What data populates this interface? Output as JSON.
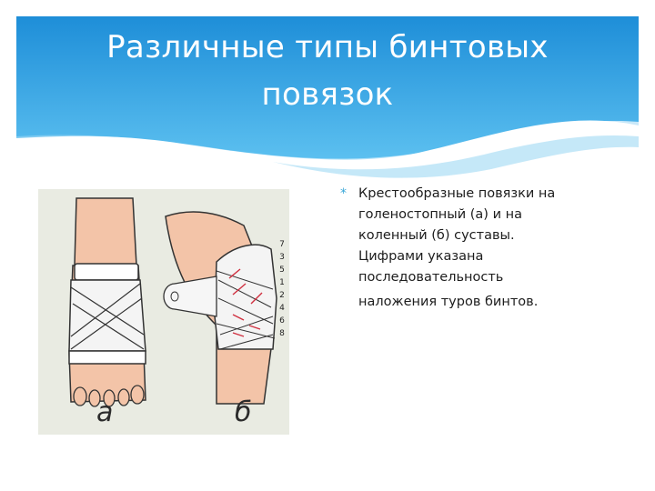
{
  "slide": {
    "title": "Различные типы бинтовых повязок",
    "bullet_marker": "*",
    "bullet_text": "Крестообразные повязки на\nголеностопный (а) и на\nколенный (б) суставы.\nЦифрами указана\nпоследовательность",
    "bullet_last_line": "наложения туров бинтов.",
    "accent_color": "#2f9fe0"
  },
  "figure": {
    "label_a": "а",
    "label_b": "б",
    "knee_numbers": [
      "7",
      "3",
      "5",
      "1",
      "2",
      "4",
      "6",
      "8"
    ]
  }
}
